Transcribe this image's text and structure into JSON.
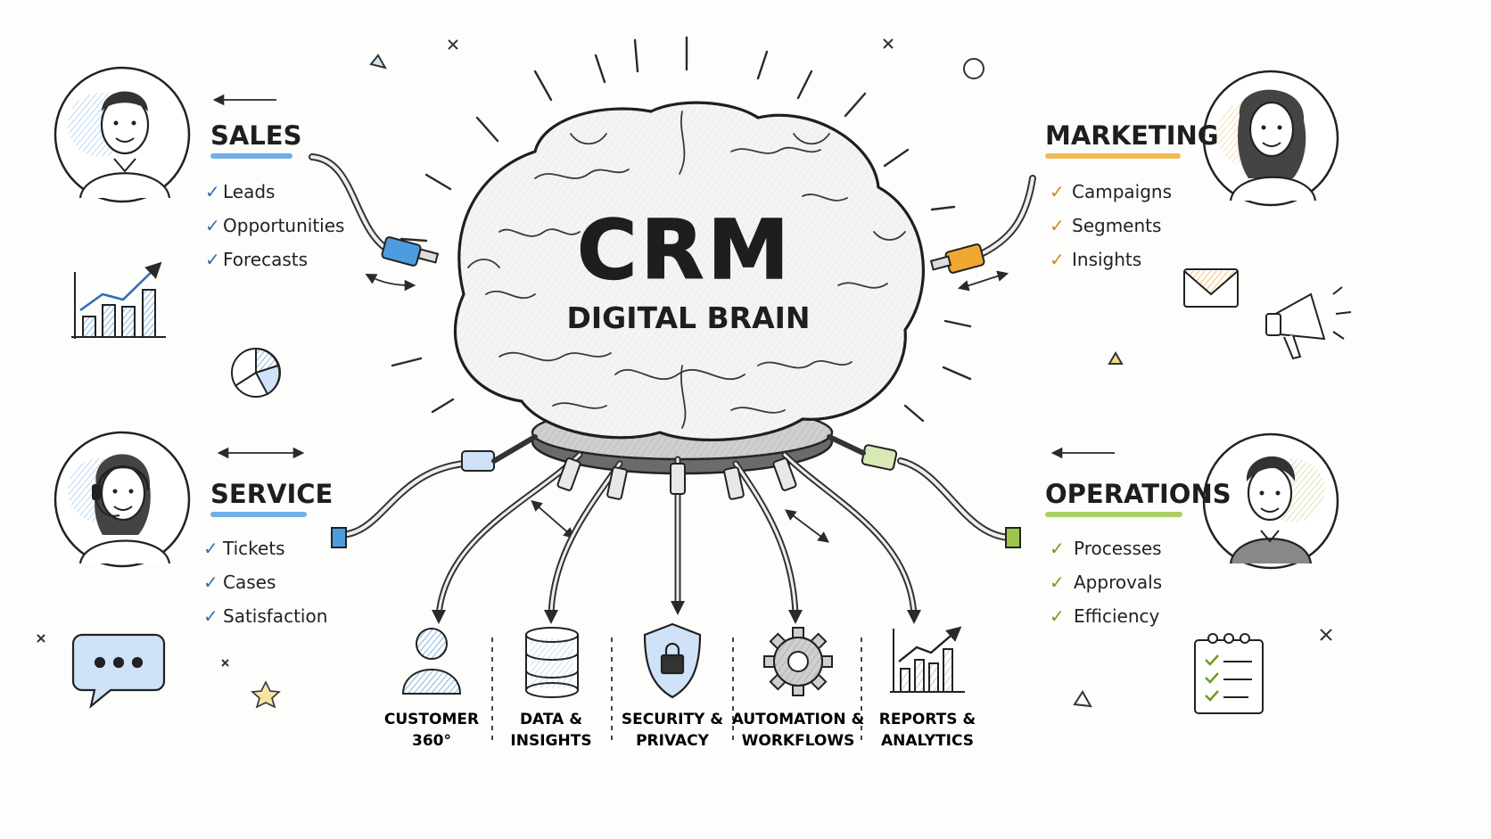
{
  "center": {
    "title": "CRM",
    "subtitle": "DIGITAL BRAIN"
  },
  "panels": {
    "sales": {
      "heading": "SALES",
      "items": [
        "Leads",
        "Opportunities",
        "Forecasts"
      ],
      "accent": "#4f9be0",
      "icon": "bar-chart-icon"
    },
    "marketing": {
      "heading": "MARKETING",
      "items": [
        "Campaigns",
        "Segments",
        "Insights"
      ],
      "accent": "#f0a830",
      "icon": "megaphone-icon"
    },
    "service": {
      "heading": "SERVICE",
      "items": [
        "Tickets",
        "Cases",
        "Satisfaction"
      ],
      "accent": "#4f9be0",
      "icon": "chat-bubble-icon"
    },
    "operations": {
      "heading": "OPERATIONS",
      "items": [
        "Processes",
        "Approvals",
        "Efficiency"
      ],
      "accent": "#9bc54a",
      "icon": "checklist-icon"
    }
  },
  "modules": [
    {
      "line1": "CUSTOMER",
      "line2": "360°",
      "icon": "person-icon"
    },
    {
      "line1": "DATA &",
      "line2": "INSIGHTS",
      "icon": "database-icon"
    },
    {
      "line1": "SECURITY &",
      "line2": "PRIVACY",
      "icon": "shield-lock-icon"
    },
    {
      "line1": "AUTOMATION &",
      "line2": "WORKFLOWS",
      "icon": "gear-icon"
    },
    {
      "line1": "REPORTS &",
      "line2": "ANALYTICS",
      "icon": "trend-chart-icon"
    }
  ],
  "colors": {
    "blue": "#4f9be0",
    "orange": "#f0a830",
    "green": "#9bc54a",
    "ink": "#1f1f1f"
  }
}
